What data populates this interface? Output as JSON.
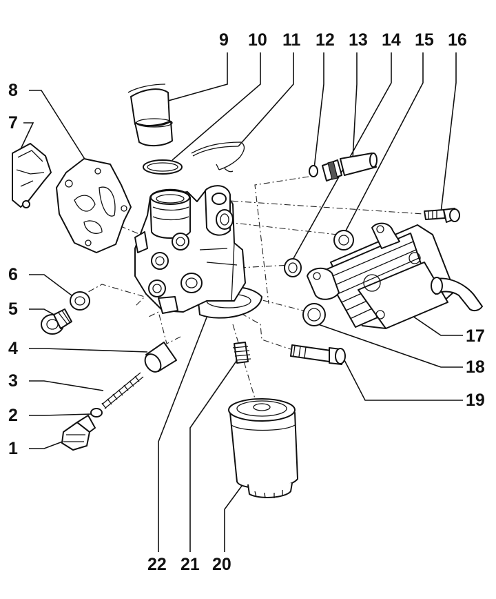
{
  "title": "",
  "callouts": [
    {
      "id": "1",
      "label": "1"
    },
    {
      "id": "2",
      "label": "2"
    },
    {
      "id": "3",
      "label": "3"
    },
    {
      "id": "4",
      "label": "4"
    },
    {
      "id": "5",
      "label": "5"
    },
    {
      "id": "6",
      "label": "6"
    },
    {
      "id": "7",
      "label": "7"
    },
    {
      "id": "8",
      "label": "8"
    },
    {
      "id": "9",
      "label": "9"
    },
    {
      "id": "10",
      "label": "10"
    },
    {
      "id": "11",
      "label": "11"
    },
    {
      "id": "12",
      "label": "12"
    },
    {
      "id": "13",
      "label": "13"
    },
    {
      "id": "14",
      "label": "14"
    },
    {
      "id": "15",
      "label": "15"
    },
    {
      "id": "16",
      "label": "16"
    },
    {
      "id": "17",
      "label": "17"
    },
    {
      "id": "18",
      "label": "18"
    },
    {
      "id": "19",
      "label": "19"
    },
    {
      "id": "20",
      "label": "20"
    },
    {
      "id": "21",
      "label": "21"
    },
    {
      "id": "22",
      "label": "22"
    }
  ],
  "parts": [
    {
      "id": "sealing-plug",
      "callout": "1"
    },
    {
      "id": "seal-ring-small",
      "callout": "2"
    },
    {
      "id": "spring",
      "callout": "3"
    },
    {
      "id": "piston",
      "callout": "4"
    },
    {
      "id": "plug",
      "callout": "5"
    },
    {
      "id": "seal-ring-6",
      "callout": "6"
    },
    {
      "id": "bracket",
      "callout": "7"
    },
    {
      "id": "gasket",
      "callout": "8"
    },
    {
      "id": "hose",
      "callout": "9"
    },
    {
      "id": "o-ring-10",
      "callout": "10"
    },
    {
      "id": "retaining-clip",
      "callout": "11"
    },
    {
      "id": "seal-ring-12",
      "callout": "12"
    },
    {
      "id": "pressure-switch",
      "callout": "13"
    },
    {
      "id": "seal-14",
      "callout": "14"
    },
    {
      "id": "seal-15",
      "callout": "15"
    },
    {
      "id": "bolt-16",
      "callout": "16"
    },
    {
      "id": "oil-cooler",
      "callout": "17"
    },
    {
      "id": "seal-18",
      "callout": "18"
    },
    {
      "id": "bolt-19",
      "callout": "19"
    },
    {
      "id": "oil-filter",
      "callout": "20"
    },
    {
      "id": "spring-21",
      "callout": "21"
    },
    {
      "id": "filter-bracket",
      "callout": "22"
    }
  ]
}
